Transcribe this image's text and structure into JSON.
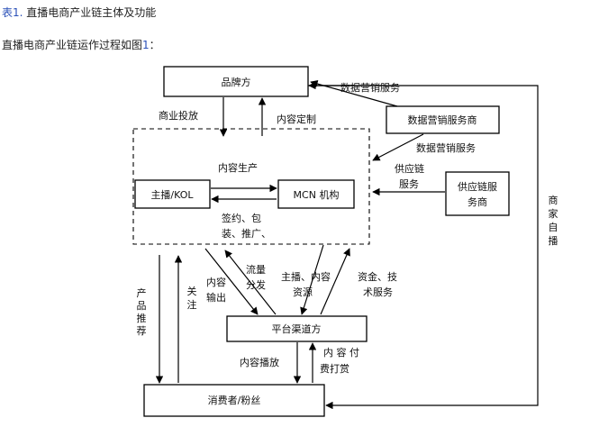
{
  "captions": {
    "table_prefix": "表1.",
    "table_title": " 直播电商产业链主体及功能",
    "figure_text": "直播电商产业链运作过程如图",
    "figure_ref": "1",
    "figure_suffix": "："
  },
  "nodes": {
    "brand": "品牌方",
    "data_service_provider": "数据营销服务商",
    "anchor": "主播/KOL",
    "mcn": "MCN 机构",
    "supply_chain_provider": [
      "供应链服",
      "务商"
    ],
    "platform": "平台渠道方",
    "consumer": "消费者/粉丝"
  },
  "labels": {
    "data_marketing_top": "数据营销服务",
    "data_marketing_mid": "数据营销服务",
    "commercial_investment": "商业投放",
    "content_customization": "内容定制",
    "content_production": "内容生产",
    "supply_chain_service": [
      "供应链",
      "服务"
    ],
    "sign_package": [
      "签约、包",
      "装、推广、"
    ],
    "merchant_live": [
      "商",
      "家",
      "自",
      "播"
    ],
    "content_output": [
      "内容",
      "输出"
    ],
    "traffic_distribution": [
      "流量",
      "分发"
    ],
    "anchor_content_resource": [
      "主播、内容",
      "资源"
    ],
    "fund_tech_service": [
      "资金、技",
      "术服务"
    ],
    "product_recommend": [
      "产",
      "品",
      "推",
      "荐"
    ],
    "follow": [
      "关",
      "注"
    ],
    "content_broadcast": "内容播放",
    "content_pay_tip": [
      "内 容 付",
      "费打赏"
    ]
  }
}
